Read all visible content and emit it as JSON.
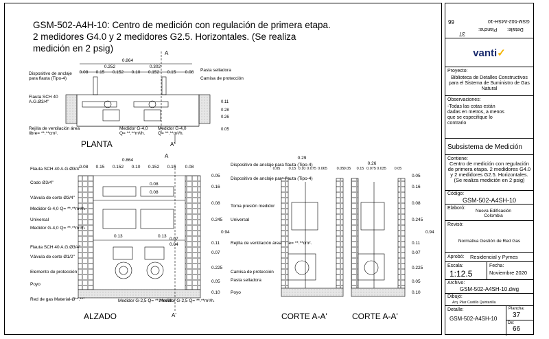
{
  "title": "GSM-502-A4H-10: Centro de medición con regulación de primera etapa.  2 medidores G4.0 y 2 medidores G2.5. Horizontales. (Se realiza medición en 2 psig)",
  "views": {
    "planta": "PLANTA",
    "alzado": "ALZADO",
    "corte1": "CORTE A-A'",
    "corte2": "CORTE A-A'",
    "section_a": "A",
    "section_a_prime": "A'"
  },
  "planta_labels": {
    "dim_total": "0.864",
    "dim_a": "0.252",
    "dim_b": "0.302",
    "dims_row": [
      "0.08",
      "0.15",
      "0.152",
      "0.10",
      "0.152",
      "0.15",
      "0.08"
    ],
    "anclaje": "Dispositivo de anclaje para flauta (Tipo-4)",
    "pasta": "Pasta selladora",
    "camisa": "Camisa de protección",
    "flauta": "Flauta SCH 40 A.G.Ø3/4\"",
    "rejilla": "Rejilla de ventilación área libre= **.**cm².",
    "med1": "Medidor G-4,0 Q= **.**m³/h.",
    "med2": "Medidor G-4,0 Q= **.**m³/h.",
    "v_dims": [
      "0.11",
      "0.28",
      "0.26",
      "0.05"
    ]
  },
  "alzado_labels": {
    "dim_total": "0.864",
    "dims_row": [
      "0.08",
      "0.15",
      "0.152",
      "0.10",
      "0.152",
      "0.15",
      "0.08"
    ],
    "left": [
      "Flauta SCH 40 A.G.Ø3/4\"",
      "Codo Ø3/4\"",
      "Válvula de corte Ø3/4\"",
      "Medidor G-4,0 Q= **.**m³/h.",
      "Universal",
      "Medidor G-4,0 Q= **.**m³/h.",
      "Flauta SCH 40 A.G.Ø3/4\"",
      "Válvula de corte Ø1/2\"",
      "Elemento de protección",
      "Poyo",
      "Red de gas Material-Ø**.**\""
    ],
    "right": [
      "Dispositivo de anclaje para flauta (Tipo-4)",
      "Dispositivo de anclaje para flauta (Tipo-4)",
      "Toma presión medidor",
      "Universal",
      "Rejilla de ventilación área libre= **.**cm².",
      "Camisa de protección",
      "Pasta selladora",
      "Poyo"
    ],
    "inner": [
      "0.08",
      "0.08",
      "0.13",
      "0.13",
      "0.07",
      "0.04"
    ],
    "v_dims": [
      "0.05",
      "0.16",
      "0.08",
      "0.245",
      "0.94",
      "0.11",
      "0.07",
      "0.225",
      "0.05",
      "0.10"
    ],
    "med_bottom1": "Medidor G-2,5 Q= **.**m³/h.",
    "med_bottom2": "Medidor G-2,5 Q= **.**m³/h."
  },
  "corte1": {
    "top": "0.29",
    "dims": [
      "0.15",
      "0.10",
      "0.075",
      "0.065"
    ],
    "dims_outer": [
      "0.05",
      "0.05"
    ]
  },
  "corte2": {
    "top": "0.26",
    "dims": [
      "0.15",
      "0.075",
      "0.035"
    ],
    "dims_outer": [
      "0.05",
      "0.05"
    ],
    "v_dims": [
      "0.05",
      "0.16",
      "0.08",
      "0.245",
      "0.94",
      "0.11",
      "0.07",
      "0.225",
      "0.05",
      "0.10"
    ]
  },
  "titleblock": {
    "sheet_number": "66",
    "plancha_label": "Plancha:",
    "plancha_value": "37",
    "detalle_label": "Detalle:",
    "detalle_value": "GSM-502-A4SH-10",
    "brand": "vanti",
    "proyecto_label": "Proyecto:",
    "proyecto": "Biblioteca de Detalles Constructivos para el Sistema de Suministro de Gas Natural",
    "obs_label": "Observaciones:",
    "obs": "-Todas las cotas están dadas en metros, a menos que se especifique lo contrario",
    "subsistema": "Subsistema de Medición",
    "contiene_label": "Contiene:",
    "contiene": "Centro de medición con regulación de primera etapa. 2 medidores G4.0 y 2 medidores G2.5. Horizontales. (Se realiza medición en 2 psig)",
    "codigo_label": "Código:",
    "codigo": "GSM-502-A4SH-10",
    "elaboro_label": "Elaboró:",
    "elaboro": "Nueva Edificación Colombia",
    "reviso_label": "Revisó:",
    "reviso": "Normativa Gestión de Red Gas",
    "aprobo_label": "Aprobó:",
    "aprobo": "Residencial y Pymes",
    "escala_label": "Escala:",
    "escala": "1:12.5",
    "fecha_label": "Fecha:",
    "fecha": "Noviembre 2020",
    "archivo_label": "Archivo:",
    "archivo": "GSM-502-A4SH-10.dwg",
    "dibujo_label": "Dibujó:",
    "dibujo": "Arq. Pilar Castillo Quintanilla",
    "detalle2_label": "Detalle:",
    "detalle2": "GSM-502-A4SH-10",
    "plancha2_label": "Plancha:",
    "plancha2": "37",
    "de_label": "De:",
    "de": "66"
  },
  "colors": {
    "accent": "#f4b400",
    "brand": "#1a2b6d"
  }
}
